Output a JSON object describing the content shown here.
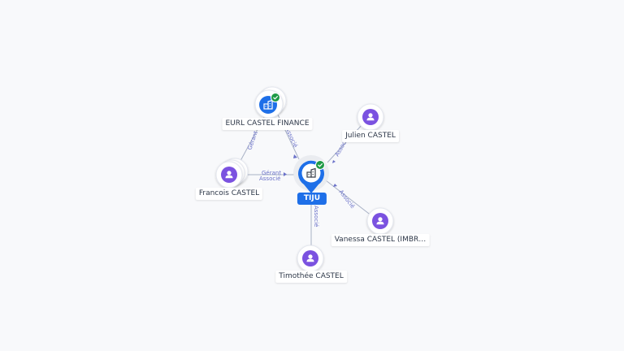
{
  "colors": {
    "company": "#1e6fe8",
    "person": "#7b52e0",
    "verified": "#1e9a46",
    "edge": "#a9b2c6",
    "edge_label": "#6b72c9"
  },
  "center": {
    "label": "TIJU",
    "icon": "building-icon",
    "verified": true
  },
  "nodes": {
    "eurl": {
      "label": "EURL CASTEL FINANCE",
      "icon": "building-icon",
      "verified": true
    },
    "francois": {
      "label": "Francois CASTEL",
      "icon": "person-icon"
    },
    "julien": {
      "label": "Julien CASTEL",
      "icon": "person-icon"
    },
    "vanessa": {
      "label": "Vanessa CASTEL (IMBR…",
      "icon": "person-icon"
    },
    "timothee": {
      "label": "Timothée CASTEL",
      "icon": "person-icon"
    }
  },
  "edges": {
    "eurl_gerant": "Gérant",
    "eurl_associe": "Associé",
    "francois_gerant": "Gérant",
    "francois_associe": "Associé",
    "julien_associe": "Associé",
    "vanessa_associe": "Associé",
    "timothee_associe": "Associé"
  }
}
